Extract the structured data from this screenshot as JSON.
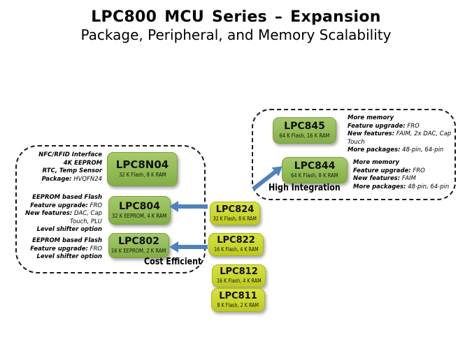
{
  "slide": {
    "title": "LPC800 MCU Series – Expansion",
    "subtitle": "Package, Peripheral, and Memory Scalability"
  },
  "colors": {
    "chip_green": "#93BC55",
    "chip_yellow": "#C9D62E",
    "arrow_blue": "#4F81BD",
    "dash_border": "#1A1A1A"
  },
  "left_group": {
    "label": "Cost Efficient",
    "chips": [
      {
        "name": "LPC8N04",
        "memory": "32 K Flash, 8 K RAM"
      },
      {
        "name": "LPC804",
        "memory": "32 K EEPROM, 4 K RAM"
      },
      {
        "name": "LPC802",
        "memory": "16 K EEPROM, 2 K RAM"
      }
    ],
    "annotations": {
      "lpc8n04": [
        {
          "bold": "NFC/RFID Interface"
        },
        {
          "bold": "4K EEPROM"
        },
        {
          "bold": "RTC, Temp Sensor"
        },
        {
          "bold": "Package:",
          "rest": " HVQFN24"
        }
      ],
      "lpc804": [
        {
          "bold": "EEPROM based Flash"
        },
        {
          "bold": "Feature upgrade:",
          "rest": " FRO"
        },
        {
          "bold": "New features:",
          "rest": " DAC, Cap"
        },
        {
          "rest": "Touch, PLU"
        },
        {
          "bold": "Level shifter option"
        }
      ],
      "lpc802": [
        {
          "bold": "EEPROM based Flash"
        },
        {
          "bold": "Feature upgrade:",
          "rest": " FRO"
        },
        {
          "bold": "Level shifter option"
        }
      ]
    }
  },
  "right_group": {
    "label": "High Integration",
    "chips": [
      {
        "name": "LPC845",
        "memory": "64 K Flash, 16 K RAM"
      },
      {
        "name": "LPC844",
        "memory": "64 K Flash, 8 K RAM"
      }
    ],
    "annotations": {
      "lpc845": [
        {
          "bold": "More memory"
        },
        {
          "bold": "Feature upgrade:",
          "rest": " FRO"
        },
        {
          "bold": "New features:",
          "rest": " FAIM, 2x DAC, Cap"
        },
        {
          "rest": "Touch"
        },
        {
          "bold": "More packages:",
          "rest": " 48-pin, 64-pin"
        }
      ],
      "lpc844": [
        {
          "bold": "More memory"
        },
        {
          "bold": "Feature upgrade:",
          "rest": " FRO"
        },
        {
          "bold": "New features:",
          "rest": " FAIM"
        },
        {
          "bold": "More packages:",
          "rest": " 48-pin, 64-pin"
        }
      ]
    }
  },
  "base_chips": [
    {
      "name": "LPC824",
      "memory": "32 K Flash, 8 K RAM"
    },
    {
      "name": "LPC822",
      "memory": "16 K Flash, 4 K RAM"
    },
    {
      "name": "LPC812",
      "memory": "16 K Flash, 4 K RAM"
    },
    {
      "name": "LPC811",
      "memory": "8 K Flash, 2 K RAM"
    }
  ]
}
